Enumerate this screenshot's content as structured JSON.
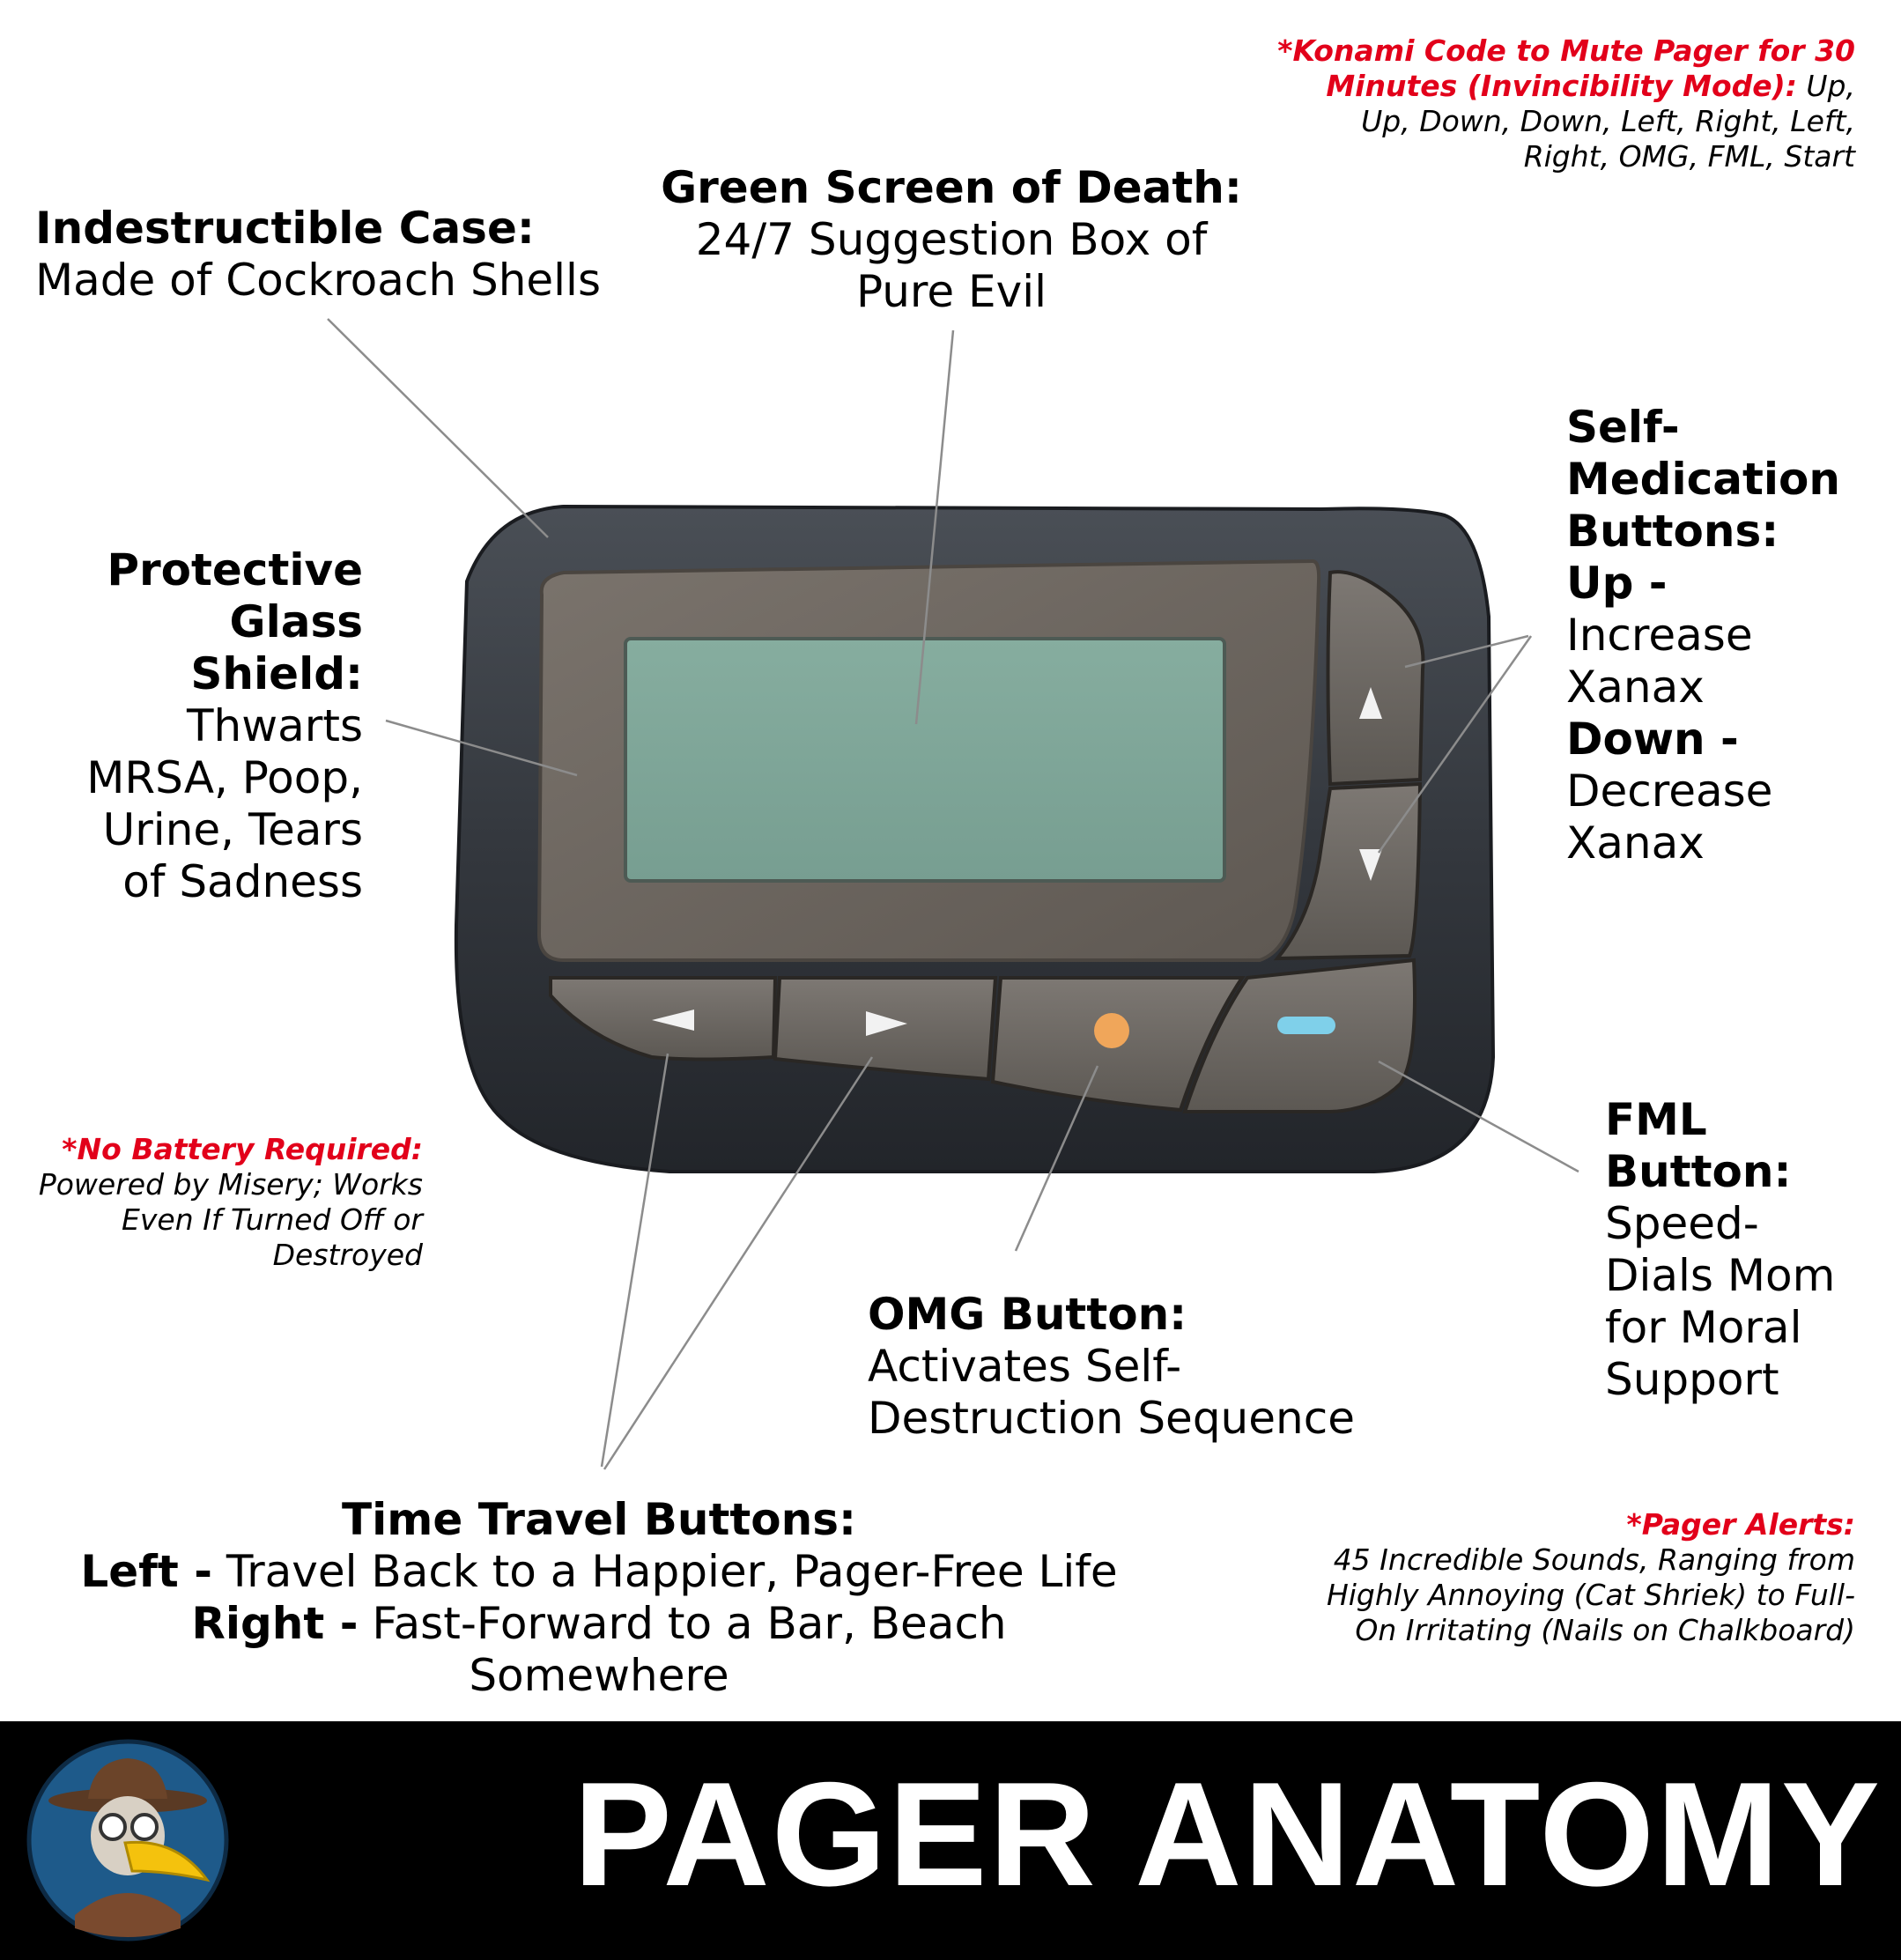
{
  "labels": {
    "case": {
      "title": "Indestructible Case:",
      "body": "Made of Cockroach Shells"
    },
    "screen": {
      "title": "Green Screen of Death:",
      "line1": "24/7 Suggestion Box of",
      "line2": "Pure Evil"
    },
    "glass": {
      "t1": "Protective",
      "t2": "Glass",
      "t3": "Shield:",
      "b1": "Thwarts",
      "b2": "MRSA, Poop,",
      "b3": "Urine, Tears",
      "b4": "of Sadness"
    },
    "selfmed": {
      "t1": "Self-",
      "t2": "Medication",
      "t3": "Buttons:",
      "up": "Up -",
      "up1": "Increase",
      "up2": "Xanax",
      "down": "Down -",
      "down1": "Decrease",
      "down2": "Xanax"
    },
    "fml": {
      "t1": "FML",
      "t2": "Button:",
      "b1": "Speed-",
      "b2": "Dials Mom",
      "b3": "for Moral",
      "b4": "Support"
    },
    "omg": {
      "title": "OMG Button:",
      "b1": "Activates Self-",
      "b2": "Destruction Sequence"
    },
    "time": {
      "title": "Time Travel Buttons:",
      "left_key": "Left -",
      "left_val": "Travel Back to a Happier, Pager-Free Life",
      "right_key": "Right -",
      "right_val": "Fast-Forward to a Bar, Beach",
      "right_val2": "Somewhere"
    }
  },
  "notes": {
    "konami": {
      "r1": "*Konami Code to Mute Pager for 30",
      "r2": "Minutes (Invincibility Mode):",
      "t2": " Up,",
      "t3": "Up, Down, Down, Left, Right, Left,",
      "t4": "Right, OMG, FML, Start"
    },
    "battery": {
      "r1": "*No Battery Required:",
      "t1": "Powered by Misery; Works",
      "t2": "Even If Turned Off or",
      "t3": "Destroyed"
    },
    "alerts": {
      "r1": "*Pager Alerts:",
      "t1": "45 Incredible Sounds, Ranging from",
      "t2": "Highly Annoying (Cat Shriek) to Full-",
      "t3": "On Irritating (Nails on Chalkboard)"
    }
  },
  "footer": {
    "title": "PAGER ANATOMY"
  },
  "colors": {
    "accent_red": "#e2001a",
    "screen_green": "#7fa79a",
    "case": "#3a3e44",
    "button_gray": "#6e6a66",
    "omg_dot": "#f0a65a",
    "fml_dot": "#7fd0ea"
  },
  "icons": {
    "up": "triangle-up",
    "down": "triangle-down",
    "left": "triangle-left",
    "right": "triangle-right"
  }
}
